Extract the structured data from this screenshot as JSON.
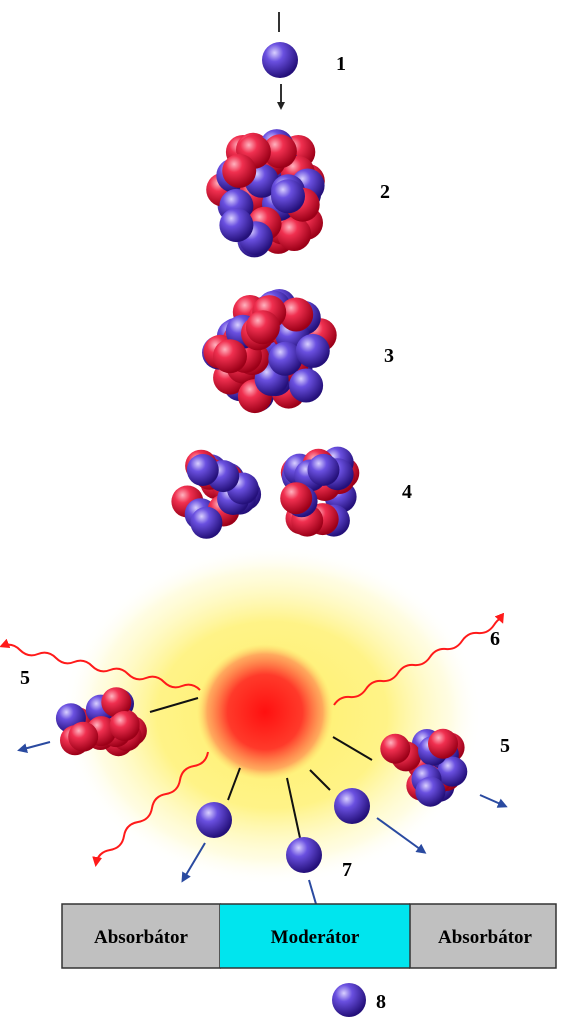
{
  "diagram": {
    "labels": {
      "neutron": "1",
      "nucleus": "2",
      "excited_nucleus": "3",
      "deformed_nucleus": "4",
      "fragment_left": "5",
      "fragment_right": "5",
      "gamma": "6",
      "fast_neutrons": "7",
      "slow_neutron": "8"
    },
    "boxes": {
      "left": "Absorbátor",
      "middle": "Moderátor",
      "right": "Absorbátor"
    },
    "colors": {
      "proton": "#e8173a",
      "neutron": "#5a3fd0",
      "explosion_glow": "#fff27a",
      "explosion_core": "#ff2020",
      "gamma_ray": "#ff1a1a",
      "moderator": "#00e5ee",
      "absorber": "#c0c0c0"
    }
  }
}
